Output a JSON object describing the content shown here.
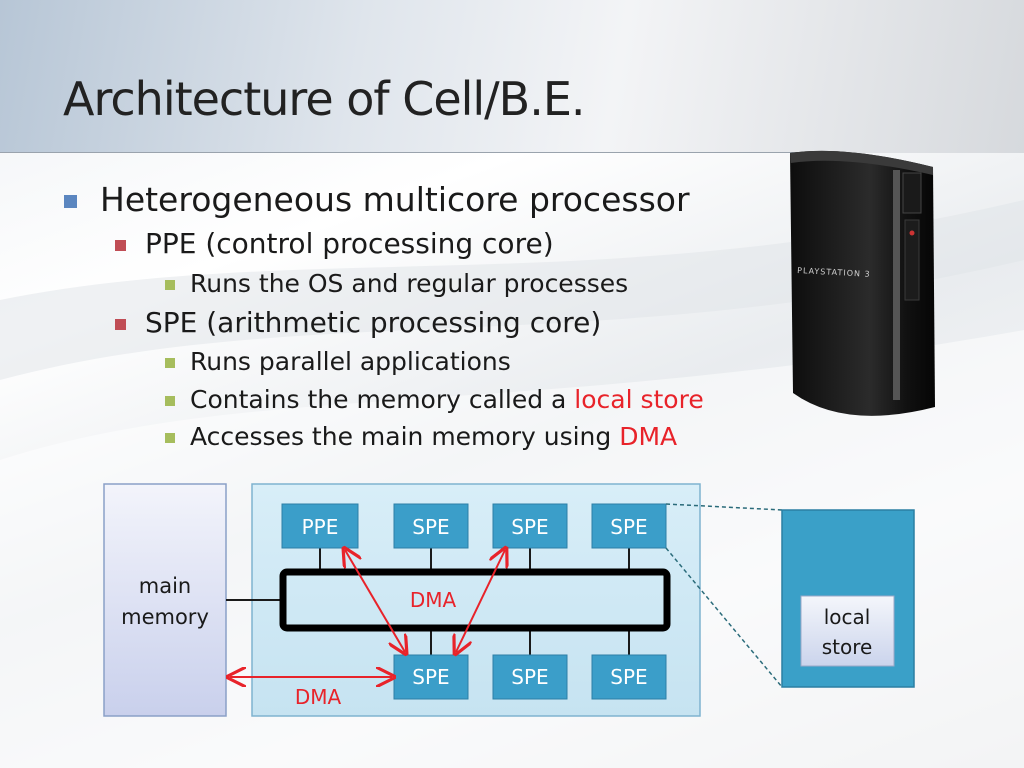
{
  "slide": {
    "title": "Architecture of Cell/B.E."
  },
  "bullets": {
    "l1": "Heterogeneous multicore processor",
    "ppe": "PPE (control processing core)",
    "ppe_sub": "Runs the OS and regular processes",
    "spe": "SPE (arithmetic processing core)",
    "spe_sub1": "Runs parallel applications",
    "spe_sub2_prefix": "Contains the memory called a ",
    "spe_sub2_highlight": "local store",
    "spe_sub3_prefix": "Accesses the main memory using ",
    "spe_sub3_highlight": "DMA"
  },
  "console": {
    "brand_text": "PLAYSTATION 3"
  },
  "diagram": {
    "main_memory_line1": "main",
    "main_memory_line2": "memory",
    "ppe": "PPE",
    "spe_top": [
      "SPE",
      "SPE",
      "SPE"
    ],
    "spe_bottom": [
      "SPE",
      "SPE",
      "SPE"
    ],
    "dma_bus_label": "DMA",
    "dma_outer_label": "DMA",
    "local_store_line1": "local",
    "local_store_line2": "store"
  },
  "colors": {
    "accent_red": "#e8232a",
    "core_box": "#3b9ec9",
    "chip_bg": "#d9eef7",
    "local_store_panel": "#3aa0c8",
    "memory_box": "#dde2f3"
  }
}
